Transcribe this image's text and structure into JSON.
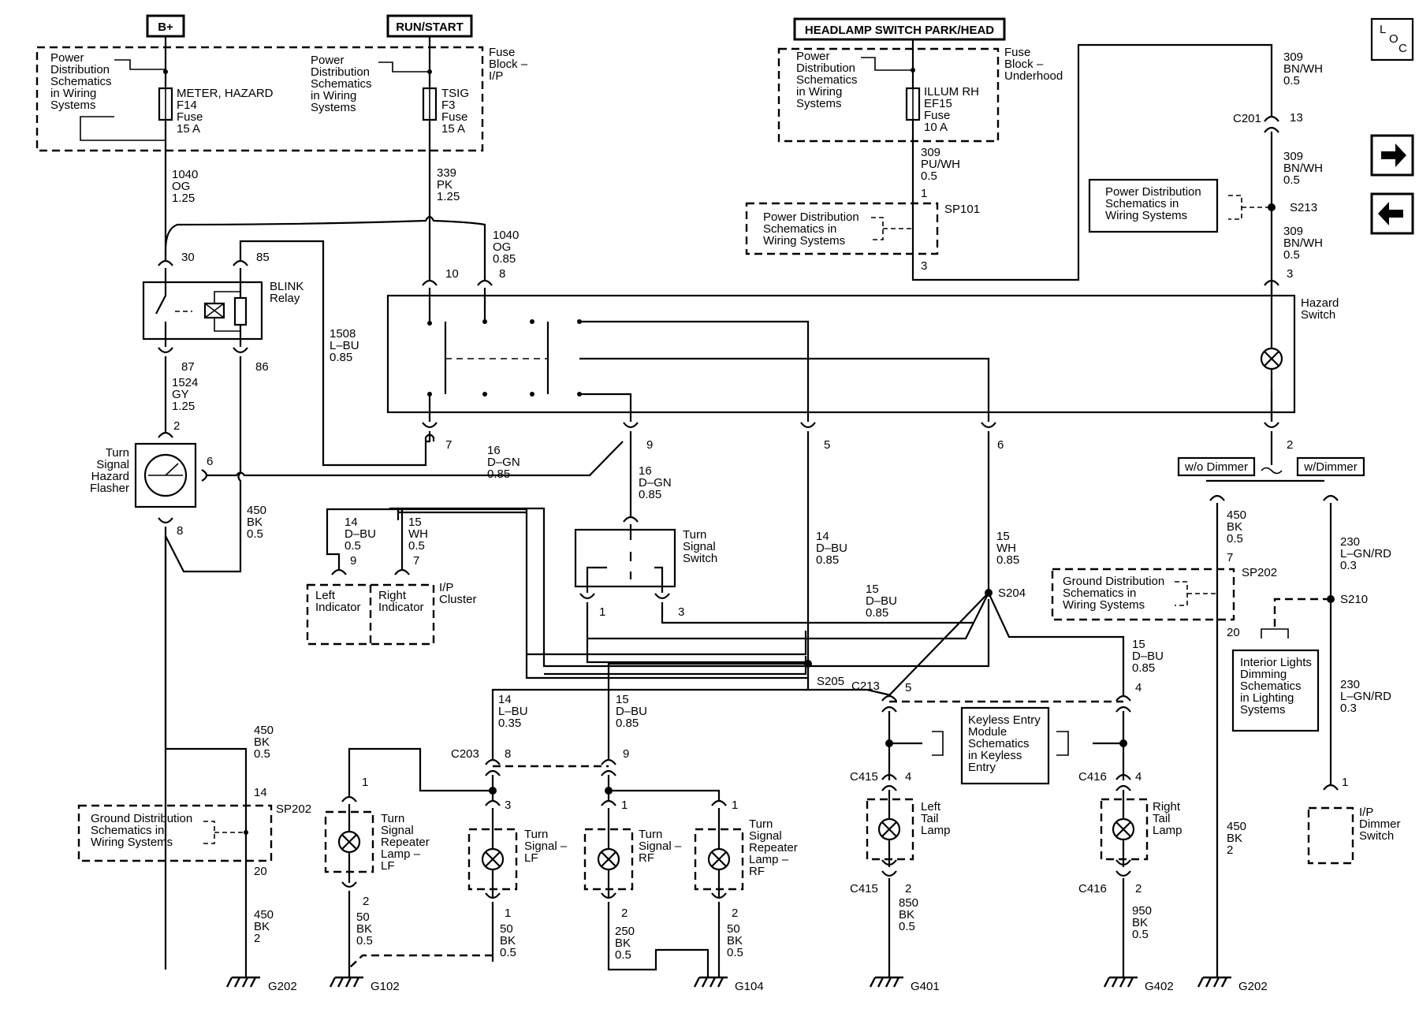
{
  "supplies": {
    "bplus": "B+",
    "run_start": "RUN/START",
    "headlamp": "HEADLAMP SWITCH PARK/HEAD"
  },
  "power_dist_text": [
    "Power",
    "Distribution",
    "Schematics",
    "in Wiring",
    "Systems"
  ],
  "power_dist_box_text": [
    "Power Distribution",
    "Schematics in",
    "Wiring Systems"
  ],
  "ground_dist_text": [
    "Ground Distribution",
    "Schematics in",
    "Wiring Systems"
  ],
  "fuses": {
    "f14": [
      "METER, HAZARD",
      "F14",
      "Fuse",
      "15 A"
    ],
    "f3": [
      "TSIG",
      "F3",
      "Fuse",
      "15 A"
    ],
    "ef15": [
      "ILLUM RH",
      "EF15",
      "Fuse",
      "10 A"
    ]
  },
  "fuse_block_ip": [
    "Fuse",
    "Block –",
    "I/P"
  ],
  "fuse_block_uh": [
    "Fuse",
    "Block –",
    "Underhood"
  ],
  "wires": {
    "w1040a": [
      "1040",
      "OG",
      "1.25"
    ],
    "w339": [
      "339",
      "PK",
      "1.25"
    ],
    "w1040b": [
      "1040",
      "OG",
      "0.85"
    ],
    "w309a": [
      "309",
      "PU/WH",
      "0.5"
    ],
    "w309b": [
      "309",
      "BN/WH",
      "0.5"
    ],
    "w309c": [
      "309",
      "BN/WH",
      "0.5"
    ],
    "w309d": [
      "309",
      "BN/WH",
      "0.5"
    ],
    "w1508": [
      "1508",
      "L–BU",
      "0.85"
    ],
    "w1524": [
      "1524",
      "GY",
      "1.25"
    ],
    "w16a": [
      "16",
      "D–GN",
      "0.85"
    ],
    "w16b": [
      "16",
      "D–GN",
      "0.85"
    ],
    "w450a": [
      "450",
      "BK",
      "0.5"
    ],
    "w450b": [
      "450",
      "BK",
      "0.5"
    ],
    "w450c": [
      "450",
      "BK",
      "2"
    ],
    "w450d": [
      "450",
      "BK",
      "0.5"
    ],
    "w450e": [
      "450",
      "BK",
      "2"
    ],
    "w14a": [
      "14",
      "D–BU",
      "0.5"
    ],
    "w15a": [
      "15",
      "WH",
      "0.5"
    ],
    "w14b": [
      "14",
      "D–BU",
      "0.85"
    ],
    "w15b": [
      "15",
      "WH",
      "0.85"
    ],
    "w15c": [
      "15",
      "D–BU",
      "0.85"
    ],
    "w15d": [
      "15",
      "D–BU",
      "0.85"
    ],
    "w14c": [
      "14",
      "L–BU",
      "0.35"
    ],
    "w15e": [
      "15",
      "D–BU",
      "0.85"
    ],
    "w230a": [
      "230",
      "L–GN/RD",
      "0.3"
    ],
    "w230b": [
      "230",
      "L–GN/RD",
      "0.3"
    ],
    "w50a": [
      "50",
      "BK",
      "0.5"
    ],
    "w50b": [
      "50",
      "BK",
      "0.5"
    ],
    "w250": [
      "250",
      "BK",
      "0.5"
    ],
    "w50c": [
      "50",
      "BK",
      "0.5"
    ],
    "w850": [
      "850",
      "BK",
      "0.5"
    ],
    "w950": [
      "950",
      "BK",
      "0.5"
    ]
  },
  "components": {
    "blink_relay": [
      "BLINK",
      "Relay"
    ],
    "flasher": [
      "Turn",
      "Signal",
      "Hazard",
      "Flasher"
    ],
    "hazard_switch": [
      "Hazard",
      "Switch"
    ],
    "turn_signal_switch": [
      "Turn",
      "Signal",
      "Switch"
    ],
    "left_indicator": [
      "Left",
      "Indicator"
    ],
    "right_indicator": [
      "Right",
      "Indicator"
    ],
    "ip_cluster": [
      "I/P",
      "Cluster"
    ],
    "repeater_lf": [
      "Turn",
      "Signal",
      "Repeater",
      "Lamp –",
      "LF"
    ],
    "ts_lf": [
      "Turn",
      "Signal –",
      "LF"
    ],
    "ts_rf": [
      "Turn",
      "Signal –",
      "RF"
    ],
    "repeater_rf": [
      "Turn",
      "Signal",
      "Repeater",
      "Lamp –",
      "RF"
    ],
    "left_tail": [
      "Left",
      "Tail",
      "Lamp"
    ],
    "right_tail": [
      "Right",
      "Tail",
      "Lamp"
    ],
    "keyless": [
      "Keyless Entry",
      "Module",
      "Schematics",
      "in Keyless",
      "Entry"
    ],
    "interior": [
      "Interior Lights",
      "Dimming",
      "Schematics",
      "in Lighting",
      "Systems"
    ],
    "dimmer_switch": [
      "I/P",
      "Dimmer",
      "Switch"
    ]
  },
  "option_labels": {
    "wo_dimmer": "w/o Dimmer",
    "w_dimmer": "w/Dimmer"
  },
  "splices": {
    "sp101": "SP101",
    "s213": "S213",
    "s204": "S204",
    "s205": "S205",
    "sp202a": "SP202",
    "sp202b": "SP202",
    "s210": "S210"
  },
  "connectors": {
    "c201": "C201",
    "c213": "C213",
    "c203": "C203",
    "c415a": "C415",
    "c415b": "C415",
    "c416a": "C416",
    "c416b": "C416"
  },
  "grounds": [
    "G202",
    "G102",
    "G104",
    "G401",
    "G402",
    "G202"
  ],
  "pins": {
    "p30": "30",
    "p85": "85",
    "p87": "87",
    "p86": "86",
    "p2a": "2",
    "p6a": "6",
    "p8a": "8",
    "p10": "10",
    "p8b": "8",
    "p7a": "7",
    "p9a": "9",
    "p5a": "5",
    "p6b": "6",
    "p1a": "1",
    "p3a": "3",
    "p13": "13",
    "p3b": "3",
    "p2b": "2",
    "p9b": "9",
    "p7b": "7",
    "p1b": "1",
    "p3c": "3",
    "p14a": "14",
    "p20a": "20",
    "p7c": "7",
    "p20b": "20",
    "p5b": "5",
    "p4a": "4",
    "p8c": "8",
    "p9c": "9",
    "p1c": "1",
    "p3d": "3",
    "p1d": "1",
    "p1e": "1",
    "p2c": "2",
    "p1f": "1",
    "p2d": "2",
    "p2e": "2",
    "p4b": "4",
    "p2f": "2",
    "p4c": "4",
    "p2g": "2",
    "p1g": "1"
  },
  "nav": {
    "loc": [
      "L",
      "O",
      "C"
    ],
    "next_icon": "arrow-right-icon",
    "prev_icon": "arrow-left-icon"
  }
}
